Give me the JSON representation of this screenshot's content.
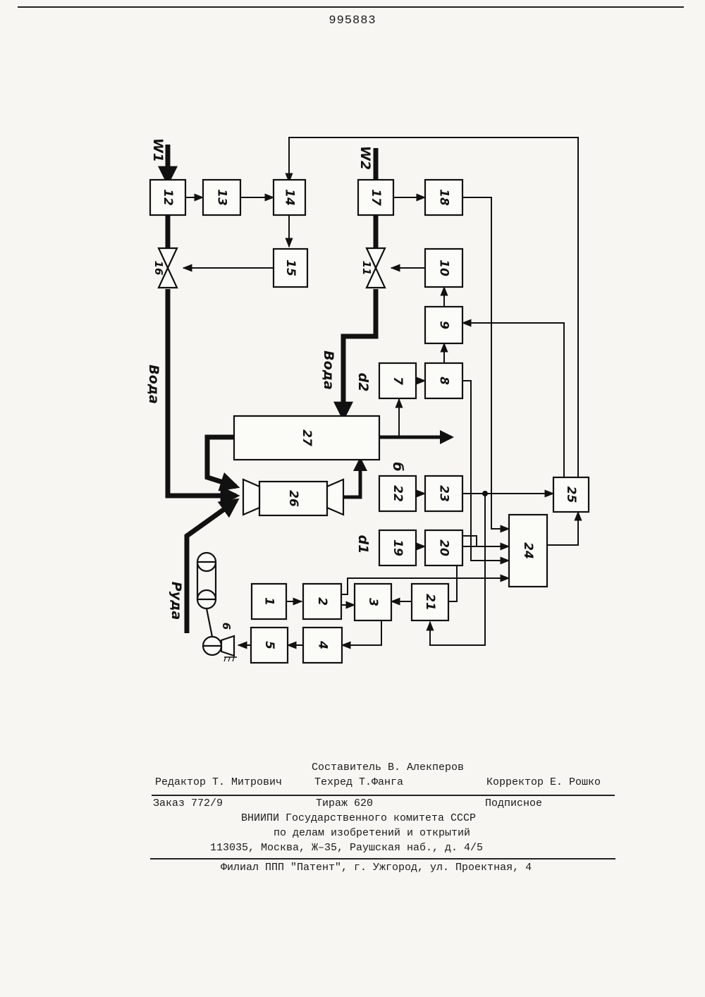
{
  "header": {
    "patent_number": "995883"
  },
  "diagram": {
    "blocks": [
      {
        "id": "1",
        "label": "1"
      },
      {
        "id": "2",
        "label": "2"
      },
      {
        "id": "3",
        "label": "3"
      },
      {
        "id": "4",
        "label": "4"
      },
      {
        "id": "5",
        "label": "5"
      },
      {
        "id": "7",
        "label": "7"
      },
      {
        "id": "8",
        "label": "8"
      },
      {
        "id": "9",
        "label": "9"
      },
      {
        "id": "10",
        "label": "10"
      },
      {
        "id": "12",
        "label": "12"
      },
      {
        "id": "13",
        "label": "13"
      },
      {
        "id": "14",
        "label": "14"
      },
      {
        "id": "15",
        "label": "15"
      },
      {
        "id": "17",
        "label": "17"
      },
      {
        "id": "18",
        "label": "18"
      },
      {
        "id": "19",
        "label": "19"
      },
      {
        "id": "20",
        "label": "20"
      },
      {
        "id": "21",
        "label": "21"
      },
      {
        "id": "22",
        "label": "22"
      },
      {
        "id": "23",
        "label": "23"
      },
      {
        "id": "24",
        "label": "24"
      },
      {
        "id": "25",
        "label": "25"
      },
      {
        "id": "26",
        "label": "26"
      },
      {
        "id": "27",
        "label": "27"
      }
    ],
    "valves": [
      {
        "label": "16"
      },
      {
        "label": "11"
      }
    ],
    "motor_label": "6",
    "labels": {
      "w1": "W1",
      "w2": "W2",
      "water_left": "Вода",
      "water_right": "Вода",
      "ore": "Руда",
      "d1": "d1",
      "d2": "d2",
      "b": "б"
    }
  },
  "footer": {
    "compiler": "Составитель В. Алекперов",
    "editor": "Редактор Т. Митрович",
    "techred": "Техред Т.Фанга",
    "corrector": "Корректор Е. Рошко",
    "order": "Заказ 772/9",
    "circulation": "Тираж 620",
    "subscription": "Подписное",
    "org_line1": "ВНИИПИ Государственного комитета СССР",
    "org_line2": "по делам изобретений и открытий",
    "org_line3": "113035, Москва, Ж–35, Раушская наб., д. 4/5",
    "branch": "Филиал ППП \"Патент\", г. Ужгород, ул. Проектная, 4"
  }
}
